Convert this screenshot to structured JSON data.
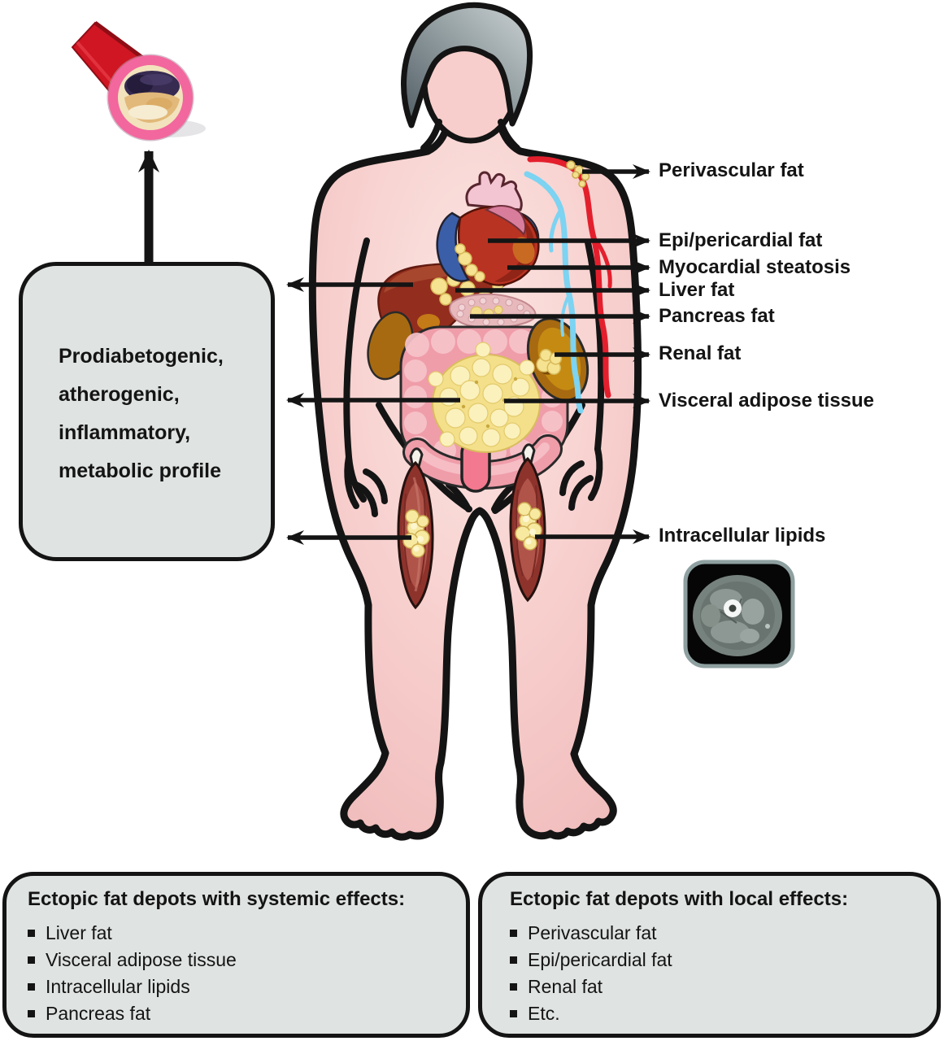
{
  "organ_labels": [
    {
      "text": "Perivascular fat"
    },
    {
      "text": "Epi/pericardial fat"
    },
    {
      "text": "Myocardial steatosis"
    },
    {
      "text": "Liver fat"
    },
    {
      "text": "Pancreas fat"
    },
    {
      "text": "Renal fat"
    },
    {
      "text": "Visceral adipose tissue"
    },
    {
      "text": "Intracellular lipids"
    }
  ],
  "profile_box": {
    "lines": [
      "Prodiabetogenic,",
      "atherogenic,",
      "inflammatory,",
      "metabolic profile"
    ]
  },
  "systemic_box": {
    "title": "Ectopic fat depots with systemic effects:",
    "items": [
      "Liver fat",
      "Visceral adipose tissue",
      "Intracellular lipids",
      "Pancreas fat"
    ]
  },
  "local_box": {
    "title": "Ectopic fat depots with local effects:",
    "items": [
      "Perivascular fat",
      "Epi/pericardial fat",
      "Renal fat",
      "Etc."
    ]
  },
  "illustrations": {
    "body": "obese-human-body-with-organs",
    "vessel": "atherosclerotic-vessel-cross-section",
    "ct": "thigh-muscle-ct-scan"
  },
  "colors": {
    "box_fill": "#dfe3e2",
    "box_border": "#141414",
    "arrow": "#141414",
    "label_text": "#141414",
    "skin": "#f7cfcd",
    "hair_gray": "#8b979b",
    "fat_yellow": "#f6e391",
    "artery_red": "#e41f2d",
    "vein_blue": "#7cd3f2",
    "intestine_pink": "#ef9da9",
    "kidney_brown": "#a86a10",
    "muscle_red": "#8e332c",
    "heart_red": "#b93322",
    "heart_blue": "#3b5ea9",
    "vessel_ring_pink": "#f2679d",
    "plaque_tan": "#e2b97a",
    "ct_background": "#060606"
  }
}
